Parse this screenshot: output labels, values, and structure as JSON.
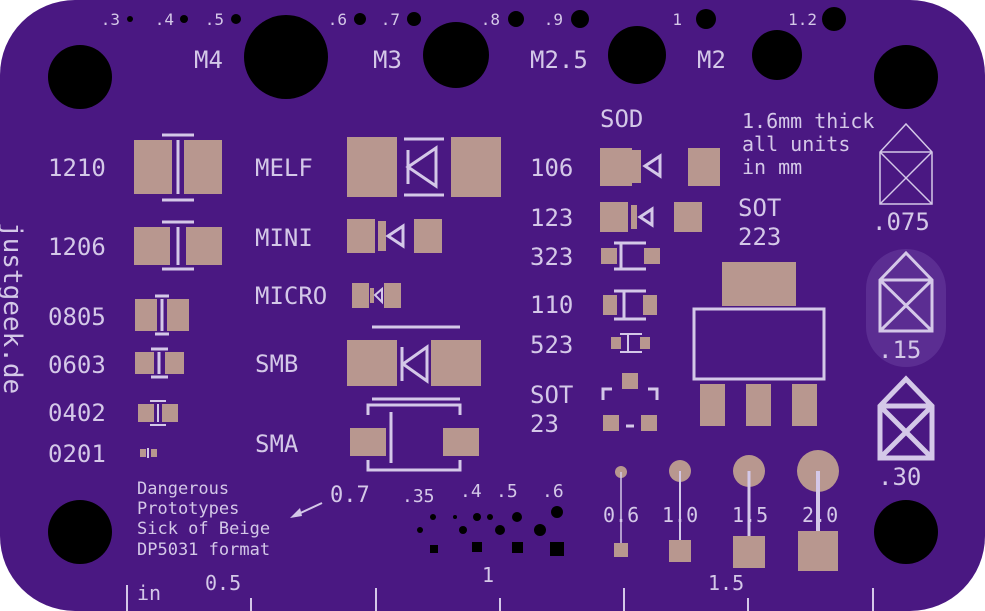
{
  "drill_labels": [
    ".3",
    ".4",
    ".5",
    ".6",
    ".7",
    ".8",
    ".9",
    "1",
    "1.2"
  ],
  "screw_labels": [
    "M4",
    "M3",
    "M2.5",
    "M2"
  ],
  "smd_labels": [
    "1210",
    "1206",
    "0805",
    "0603",
    "0402",
    "0201"
  ],
  "diode_labels": [
    "MELF",
    "MINI",
    "MICRO",
    "SMB",
    "SMA"
  ],
  "sod_title": "SOD",
  "sod_labels": [
    "106",
    "123",
    "323",
    "110",
    "523"
  ],
  "sot23_label": [
    "SOT",
    "23"
  ],
  "sot223_label": [
    "SOT",
    "223"
  ],
  "info_lines": [
    "1.6mm thick",
    "all units",
    "in mm"
  ],
  "trace_labels": [
    ".075",
    ".15",
    ".30"
  ],
  "brand": "justgeek.de",
  "credits": [
    "Dangerous",
    "Prototypes",
    "Sick of Beige",
    "DP5031 format"
  ],
  "via_arrow_label": "0.7",
  "via_labels": [
    ".35",
    ".4",
    ".5",
    ".6"
  ],
  "pad_size_labels": [
    "0.6",
    "1.0",
    "1.5",
    "2.0"
  ],
  "ruler_labels": [
    "in",
    "0.5",
    "1",
    "1.5"
  ],
  "colors": {
    "board": "#4a1882",
    "silkscreen": "#d4c8e8",
    "pad": "#b8978f",
    "hole": "#000000"
  }
}
